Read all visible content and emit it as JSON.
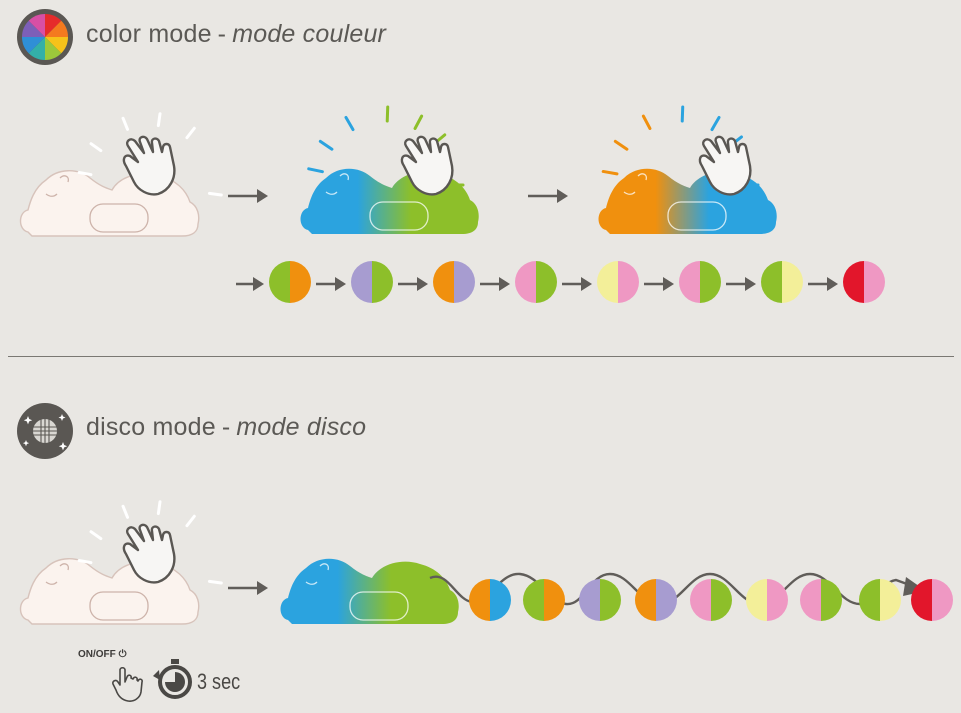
{
  "color_mode": {
    "title": "color mode",
    "separator": "-",
    "title_fr": "mode couleur",
    "sequence": [
      [
        "#8dbf2a",
        "#f0900e"
      ],
      [
        "#a79cd0",
        "#8dbf2a"
      ],
      [
        "#f0900e",
        "#a79cd0"
      ],
      [
        "#ef98c3",
        "#8dbf2a"
      ],
      [
        "#f3ef99",
        "#ef98c3"
      ],
      [
        "#ef98c3",
        "#8dbf2a"
      ],
      [
        "#8dbf2a",
        "#f3ef99"
      ],
      [
        "#e2162b",
        "#ef98c3"
      ]
    ]
  },
  "disco_mode": {
    "title": "disco mode",
    "separator": "-",
    "title_fr": "mode disco",
    "sequence": [
      [
        "#f0900e",
        "#2ba3df"
      ],
      [
        "#8dbf2a",
        "#f0900e"
      ],
      [
        "#a79cd0",
        "#8dbf2a"
      ],
      [
        "#f0900e",
        "#a79cd0"
      ],
      [
        "#ef98c3",
        "#8dbf2a"
      ],
      [
        "#f3ef99",
        "#ef98c3"
      ],
      [
        "#ef98c3",
        "#8dbf2a"
      ],
      [
        "#8dbf2a",
        "#f3ef99"
      ],
      [
        "#e2162b",
        "#ef98c3"
      ]
    ],
    "button_label": "ON/OFF",
    "duration": "3 sec"
  },
  "colors": {
    "background": "#e9e7e3",
    "cloud_off_fill": "#fbf3ee",
    "cloud_outline": "#d7c3bb",
    "blue": "#2ba3df",
    "green": "#8dbf2a",
    "orange": "#f0900e",
    "arrow": "#605d59"
  }
}
